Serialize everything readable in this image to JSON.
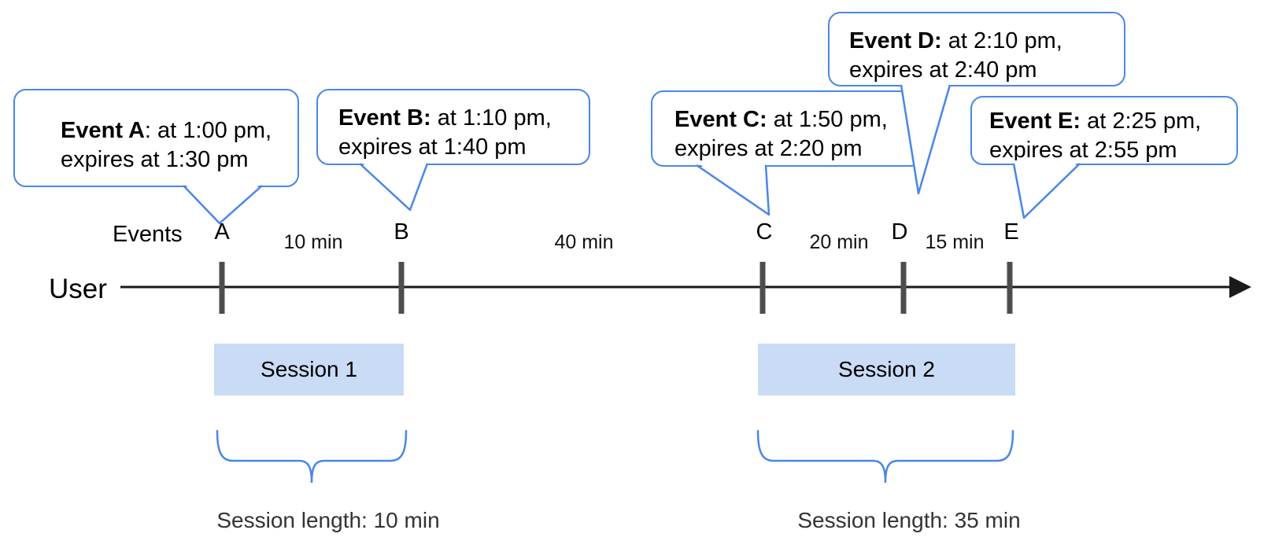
{
  "events": [
    {
      "id": "A",
      "bold": "Event A",
      "rest": ": at 1:00 pm,",
      "line2": "expires at 1:30 pm"
    },
    {
      "id": "B",
      "bold": "Event B:",
      "rest": " at 1:10 pm,",
      "line2": "expires at 1:40 pm"
    },
    {
      "id": "C",
      "bold": "Event C:",
      "rest": " at 1:50 pm,",
      "line2": "expires at 2:20 pm"
    },
    {
      "id": "D",
      "bold": "Event D:",
      "rest": " at 2:10 pm,",
      "line2": "expires at 2:40 pm"
    },
    {
      "id": "E",
      "bold": "Event E:",
      "rest": " at 2:25 pm,",
      "line2": "expires at 2:55 pm"
    }
  ],
  "timeline": {
    "row_label": "Events",
    "axis_label": "User",
    "ticks": [
      "A",
      "B",
      "C",
      "D",
      "E"
    ],
    "gaps": [
      "10 min",
      "40 min",
      "20 min",
      "15 min"
    ]
  },
  "sessions": [
    {
      "label": "Session 1",
      "length": "Session length: 10 min"
    },
    {
      "label": "Session 2",
      "length": "Session length: 35 min"
    }
  ],
  "colors": {
    "accent_blue": "#4a86e8",
    "session_fill": "#c9dbf5",
    "tick_gray": "#4d4d4d",
    "axis_black": "#1a1a1a"
  }
}
